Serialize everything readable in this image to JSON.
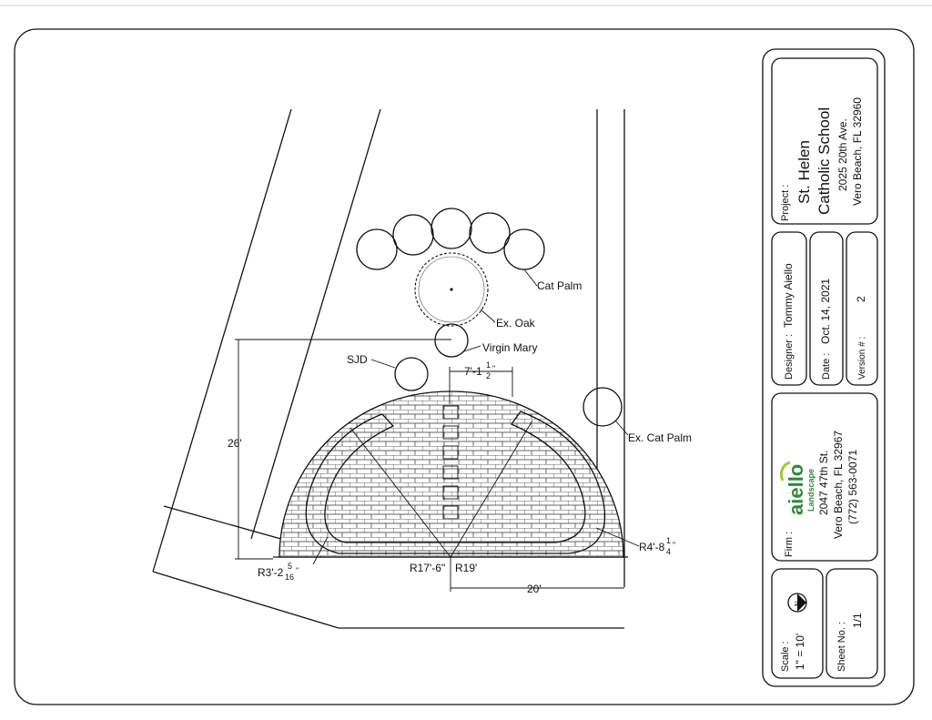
{
  "plan": {
    "labels": {
      "cat_palm": "Cat Palm",
      "ex_oak": "Ex. Oak",
      "virgin_mary": "Virgin Mary",
      "sjd": "SJD",
      "ex_cat_palm": "Ex. Cat Palm"
    },
    "dimensions": {
      "width_top_ft": "7'-1",
      "width_top_frac_num": "1",
      "width_top_frac_den": "2",
      "width_top_frac_tail": "\"",
      "height": "26'",
      "half_width": "20'",
      "r_left": "R3'-2",
      "r_left_num": "5",
      "r_left_den": "16",
      "r_left_tail": "\"",
      "r_mid1": "R17'-6\"",
      "r_mid2": "R19'",
      "r_right": "R4'-8",
      "r_right_num": "1",
      "r_right_den": "4",
      "r_right_tail": "\""
    }
  },
  "title_block": {
    "project_label": "Project :",
    "project_name_1": "St. Helen",
    "project_name_2": "Catholic School",
    "project_addr_1": "2025 20th Ave.",
    "project_addr_2": "Vero Beach, FL 32960",
    "designer_label": "Designer :",
    "designer": "Tommy Aiello",
    "date_label": "Date :",
    "date": "Oct. 14, 2021",
    "version_label": "Version # :",
    "version": "2",
    "firm_label": "Firm :",
    "firm_logo_text": "aiello",
    "firm_logo_sub": "Landscape",
    "firm_addr_1": "2047 47th St.",
    "firm_addr_2": "Vero Beach, FL 32967",
    "firm_phone": "(772) 563-0071",
    "scale_label": "Scale :",
    "scale": "1\" = 10'",
    "north_letter": "N",
    "sheet_label": "Sheet No. :",
    "sheet": "1/1"
  },
  "colors": {
    "line": "#111111",
    "logo_green": "#2f8a3a",
    "logo_green_light": "#9ec93d"
  }
}
